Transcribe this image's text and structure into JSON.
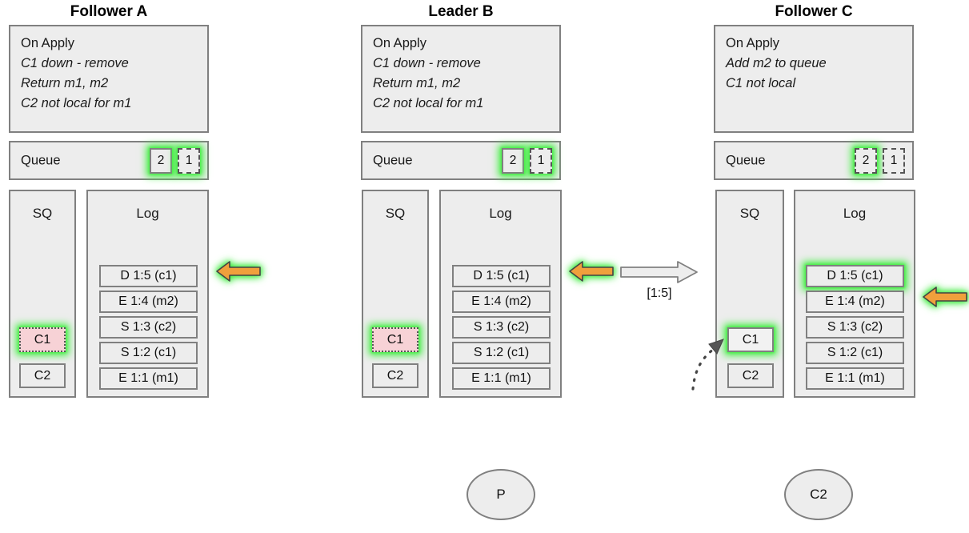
{
  "columns": [
    {
      "title": "Follower A",
      "apply": {
        "heading": "On Apply",
        "lines": [
          "C1 down - remove",
          "Return m1, m2",
          "C2 not local for m1"
        ]
      },
      "queue": {
        "label": "Queue",
        "items": [
          {
            "value": "2",
            "style": "solid",
            "glow": true
          },
          {
            "value": "1",
            "style": "dashed",
            "glow": true
          }
        ]
      },
      "sq": {
        "title": "SQ",
        "items": [
          {
            "value": "C1",
            "style": "pink",
            "glow": true
          },
          {
            "value": "C2",
            "style": "plain",
            "glow": false
          }
        ]
      },
      "log": {
        "title": "Log",
        "entries": [
          {
            "value": "D 1:5 (c1)",
            "glow": false
          },
          {
            "value": "E 1:4 (m2)",
            "glow": false
          },
          {
            "value": "S 1:3 (c2)",
            "glow": false
          },
          {
            "value": "S 1:2 (c1)",
            "glow": false
          },
          {
            "value": "E 1:1 (m1)",
            "glow": false
          }
        ]
      },
      "pointer": {
        "target": "D 1:5 (c1)",
        "direction": "left",
        "color": "#f0a03c"
      }
    },
    {
      "title": "Leader B",
      "apply": {
        "heading": "On Apply",
        "lines": [
          "C1 down - remove",
          "Return m1, m2",
          "C2 not local for m1"
        ]
      },
      "queue": {
        "label": "Queue",
        "items": [
          {
            "value": "2",
            "style": "solid",
            "glow": true
          },
          {
            "value": "1",
            "style": "dashed",
            "glow": true
          }
        ]
      },
      "sq": {
        "title": "SQ",
        "items": [
          {
            "value": "C1",
            "style": "pink",
            "glow": true
          },
          {
            "value": "C2",
            "style": "plain",
            "glow": false
          }
        ]
      },
      "log": {
        "title": "Log",
        "entries": [
          {
            "value": "D 1:5 (c1)",
            "glow": false
          },
          {
            "value": "E 1:4 (m2)",
            "glow": false
          },
          {
            "value": "S 1:3 (c2)",
            "glow": false
          },
          {
            "value": "S 1:2 (c1)",
            "glow": false
          },
          {
            "value": "E 1:1 (m1)",
            "glow": false
          }
        ]
      },
      "pointer": {
        "target": "D 1:5 (c1)",
        "direction": "left",
        "color": "#f0a03c"
      }
    },
    {
      "title": "Follower C",
      "apply": {
        "heading": "On Apply",
        "lines": [
          "Add m2 to queue",
          "C1 not local"
        ]
      },
      "queue": {
        "label": "Queue",
        "items": [
          {
            "value": "2",
            "style": "dashed",
            "glow": true
          },
          {
            "value": "1",
            "style": "dashed",
            "glow": false
          }
        ]
      },
      "sq": {
        "title": "SQ",
        "items": [
          {
            "value": "C1",
            "style": "plain",
            "glow": true
          },
          {
            "value": "C2",
            "style": "plain",
            "glow": false
          }
        ]
      },
      "log": {
        "title": "Log",
        "entries": [
          {
            "value": "D 1:5 (c1)",
            "glow": true
          },
          {
            "value": "E 1:4 (m2)",
            "glow": false
          },
          {
            "value": "S 1:3 (c2)",
            "glow": false
          },
          {
            "value": "S 1:2 (c1)",
            "glow": false
          },
          {
            "value": "E 1:1 (m1)",
            "glow": false
          }
        ]
      },
      "pointer": {
        "target": "E 1:4 (m2)",
        "direction": "left",
        "color": "#f0a03c"
      }
    }
  ],
  "replication": {
    "label": "[1:5]",
    "direction": "right",
    "from": "Leader B",
    "to": "Follower C"
  },
  "clients": [
    {
      "label": "P"
    },
    {
      "label": "C2"
    }
  ],
  "colors": {
    "panel_fill": "#ededed",
    "panel_border": "#808080",
    "glow": "#44ee44",
    "arrow_orange": "#f0a03c",
    "pink_fill": "#f7d2d6"
  }
}
